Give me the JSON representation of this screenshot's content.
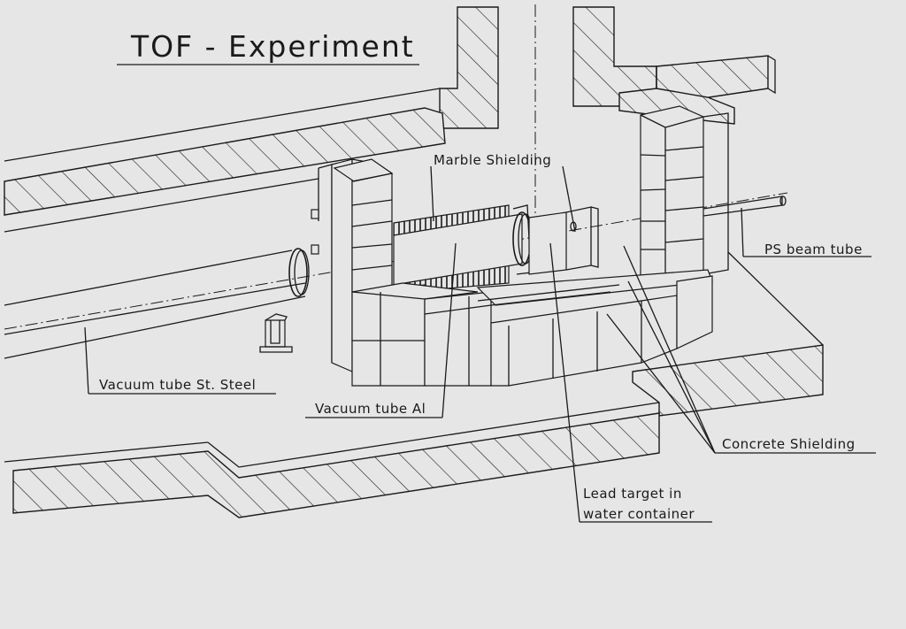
{
  "title": "TOF - Experiment",
  "labels": {
    "marble_shielding": "Marble Shielding",
    "ps_beam_tube": "PS beam tube",
    "vacuum_tube_steel": "Vacuum tube St. Steel",
    "vacuum_tube_al": "Vacuum tube Al",
    "concrete_shielding": "Concrete Shielding",
    "lead_target_line1": "Lead target in",
    "lead_target_line2": "water container"
  },
  "colors": {
    "background": "#e6e6e6",
    "ink": "#1a1a1a"
  }
}
